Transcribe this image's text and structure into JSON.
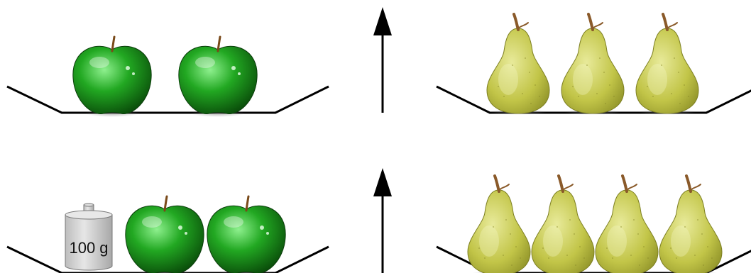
{
  "rows": [
    {
      "left": {
        "items": [
          "apple",
          "apple"
        ]
      },
      "right": {
        "items": [
          "pear",
          "pear",
          "pear"
        ]
      }
    },
    {
      "left": {
        "items": [
          "weight",
          "apple",
          "apple"
        ],
        "weight_label": "100 g"
      },
      "right": {
        "items": [
          "pear",
          "pear",
          "pear",
          "pear"
        ]
      }
    }
  ],
  "colors": {
    "apple": "#1f9a1f",
    "pear": "#c4c84a",
    "stem": "#7a4a1a",
    "weight": "#d3d3d3",
    "line": "#000000"
  }
}
